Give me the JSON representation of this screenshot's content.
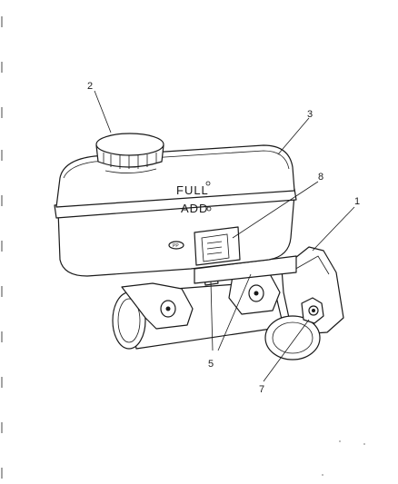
{
  "callouts": [
    {
      "id": "1",
      "label": "1"
    },
    {
      "id": "2",
      "label": "2"
    },
    {
      "id": "3",
      "label": "3"
    },
    {
      "id": "5",
      "label": "5"
    },
    {
      "id": "7",
      "label": "7"
    },
    {
      "id": "8",
      "label": "8"
    }
  ],
  "reservoir": {
    "full_mark": "FULL",
    "add_mark": "ADD",
    "badge": "PP"
  }
}
